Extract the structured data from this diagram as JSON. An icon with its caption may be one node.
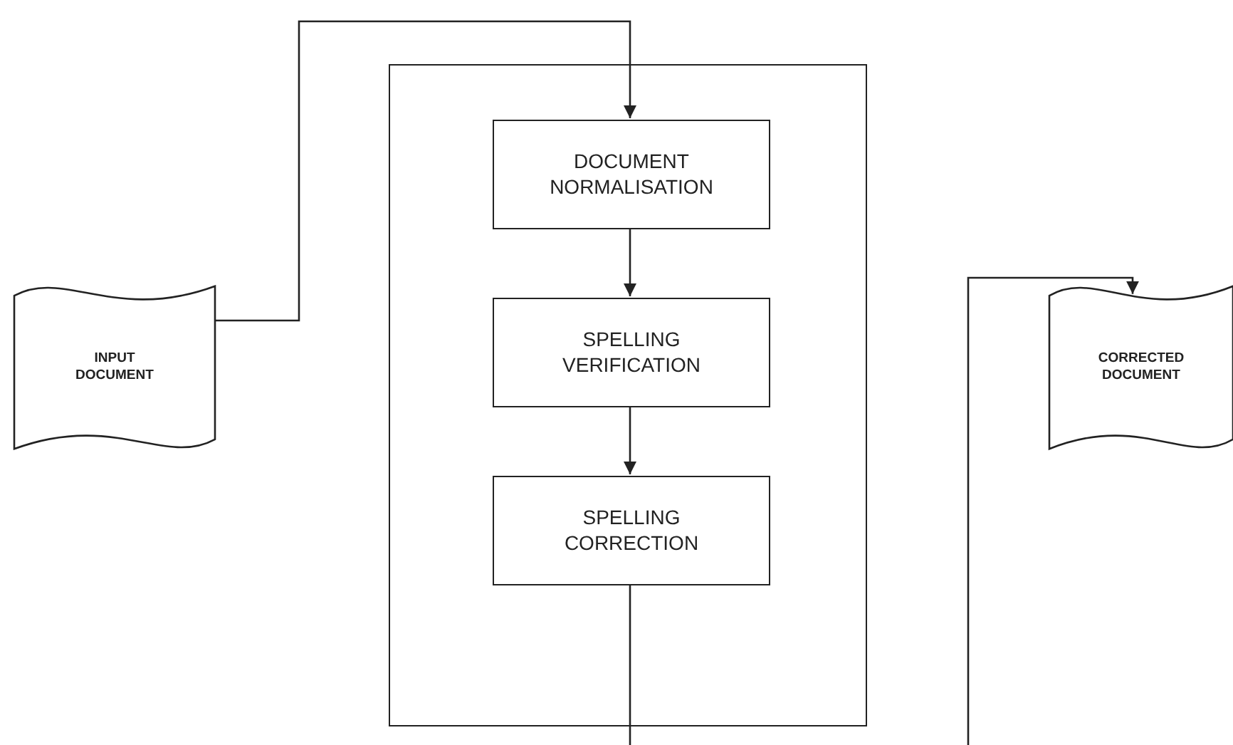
{
  "diagram": {
    "nodes": [
      {
        "text": [
          "INPUT DOCUMENT"
        ]
      },
      {
        "text": [],
        "shape": "box"
      },
      {
        "text": [
          "DOCUMENT NORMALISATION"
        ],
        "in": 1
      },
      {
        "text": [
          "SPELLING VERIFICATION"
        ],
        "in": 1
      },
      {
        "text": [
          "SPELLING CORRECTION"
        ],
        "in": 1
      },
      {
        "text": [
          "CORRECTED DOCUMENT"
        ]
      }
    ],
    "edges": [
      {
        "from": 0,
        "to": 2,
        "arrow": "to"
      },
      {
        "from": 2,
        "to": 3,
        "arrow": "to"
      },
      {
        "from": 3,
        "to": 4,
        "arrow": "to"
      },
      {
        "from": 4,
        "to": null,
        "arrow": "none"
      },
      {
        "from": null,
        "to": 5,
        "arrow": "to"
      }
    ]
  }
}
